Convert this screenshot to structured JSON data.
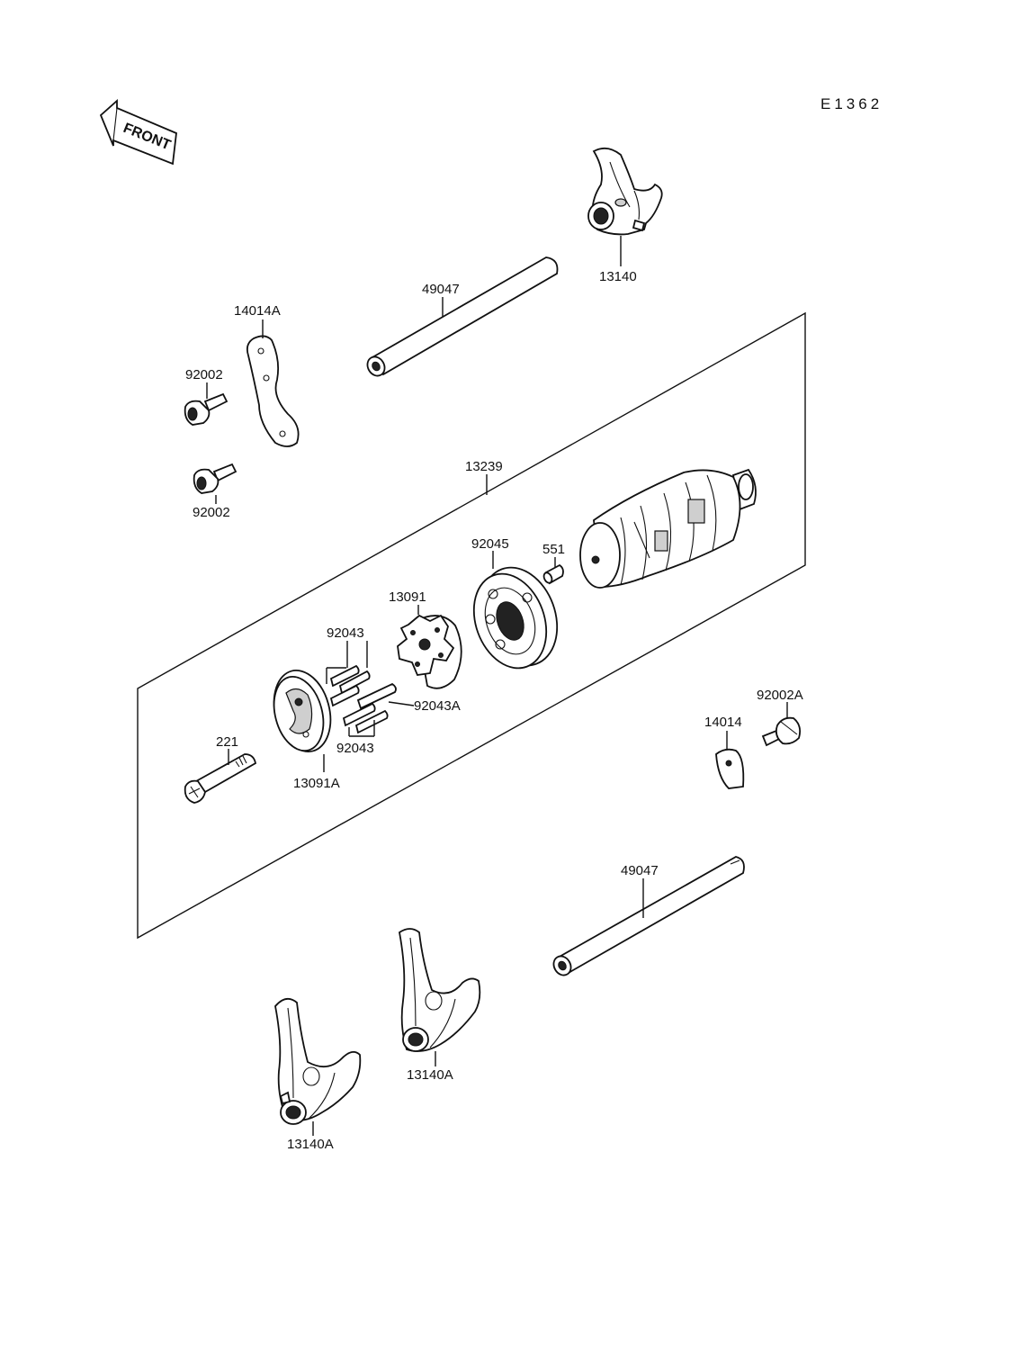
{
  "diagram_code": "E1362",
  "front_label": "FRONT",
  "parts": {
    "fork_top": "13140",
    "shaft_top": "49047",
    "plate": "14014A",
    "bolt_upper": "92002",
    "bolt_lower": "92002",
    "drum_assy": "13239",
    "bearing": "92045",
    "pin": "551",
    "holder": "13091",
    "pins_upper": "92043",
    "pins_middle": "92043A",
    "pins_lower": "92043",
    "screw": "221",
    "plate_cover": "13091A",
    "bolt_right": "92002A",
    "stopper": "14014",
    "shaft_bottom": "49047",
    "fork_bottom_right": "13140A",
    "fork_bottom_left": "13140A"
  }
}
